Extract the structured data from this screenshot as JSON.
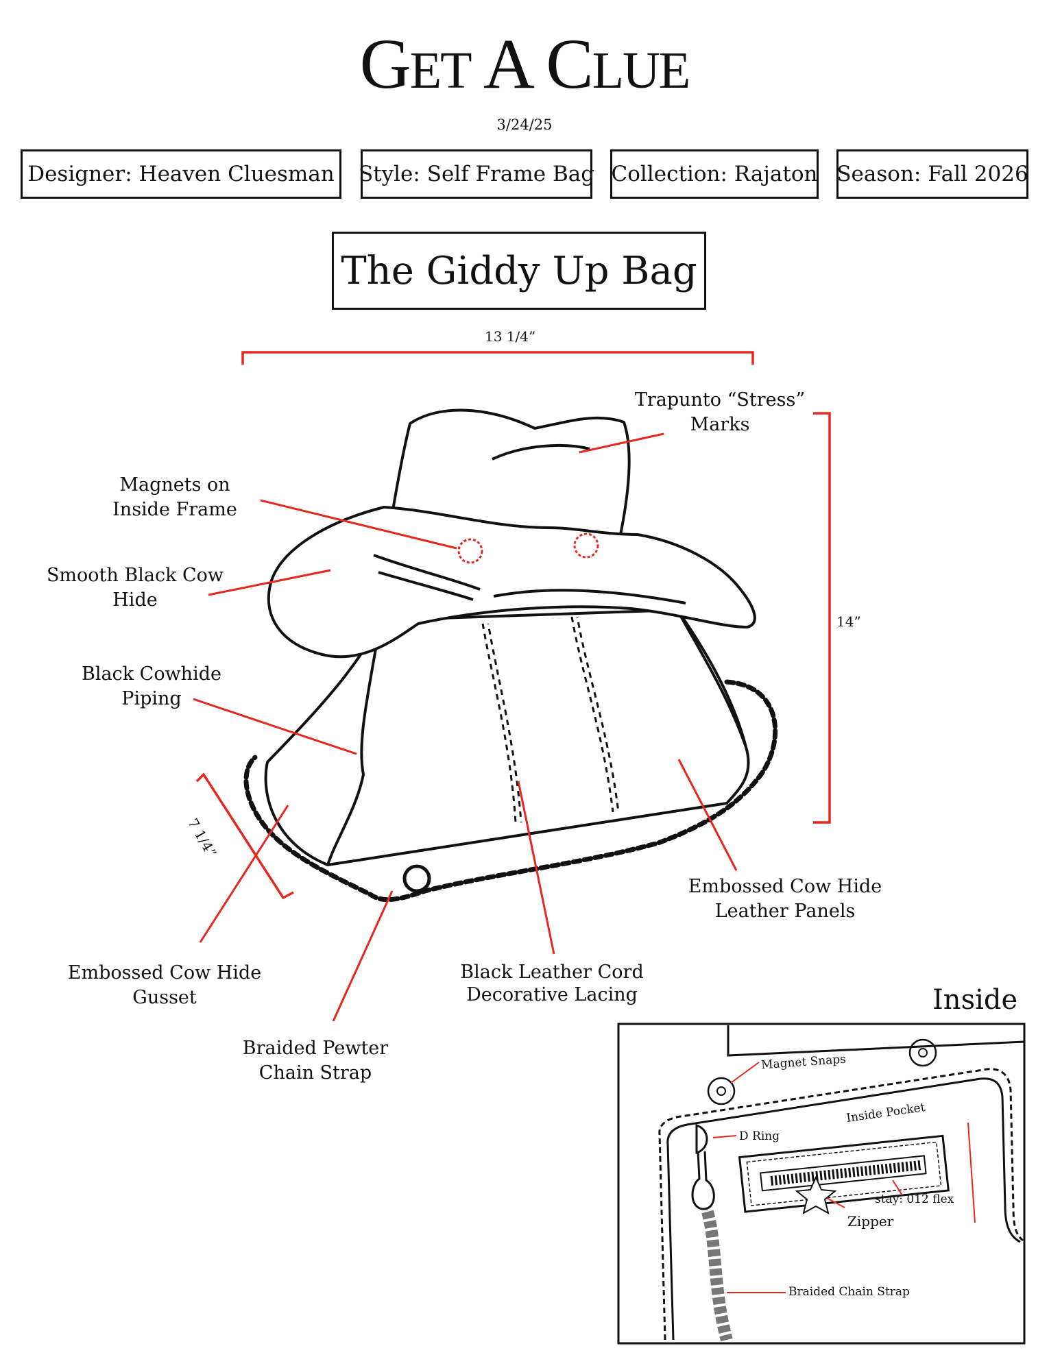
{
  "header": {
    "brand": "Get A Clue",
    "date": "3/24/25"
  },
  "info": {
    "designer": {
      "key": "Designer:",
      "value": "Heaven Cluesman"
    },
    "style": {
      "key": "Style:",
      "value": "Self Frame Bag"
    },
    "collection": {
      "key": "Collection:",
      "value": "Rajaton"
    },
    "season": {
      "key": "Season:",
      "value": "Fall 2026"
    }
  },
  "title": "The Giddy Up Bag",
  "dimensions": {
    "width": "13 1/4”",
    "height": "14”",
    "depth": "7 1/4”"
  },
  "callouts": {
    "trapunto": [
      "Trapunto “Stress”",
      "Marks"
    ],
    "magnets": [
      "Magnets on",
      "Inside Frame"
    ],
    "smooth_hide": [
      "Smooth Black Cow",
      "Hide"
    ],
    "piping": [
      "Black Cowhide",
      "Piping"
    ],
    "panels": [
      "Embossed Cow Hide",
      "Leather Panels"
    ],
    "gusset": [
      "Embossed Cow Hide",
      "Gusset"
    ],
    "lacing": [
      "Black Leather Cord",
      "Decorative Lacing"
    ],
    "chain": [
      "Braided Pewter",
      "Chain Strap"
    ]
  },
  "inside": {
    "title": "Inside",
    "magnet_snaps": "Magnet Snaps",
    "inside_pocket": "Inside Pocket",
    "d_ring": "D Ring",
    "stay": "stay: 012 flex",
    "zipper": "Zipper",
    "braided_chain": "Braided Chain Strap"
  },
  "colors": {
    "ink": "#111111",
    "callout_red": "#e8261e",
    "chain_grey": "#777777"
  }
}
